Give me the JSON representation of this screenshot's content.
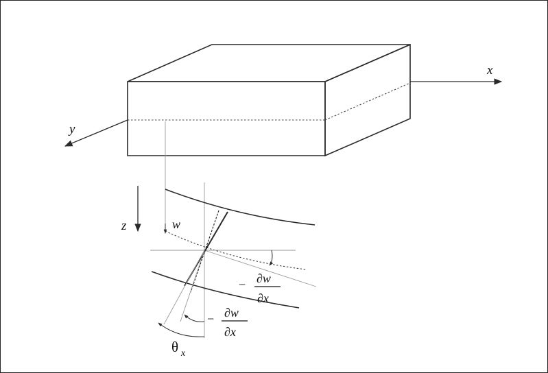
{
  "axes": {
    "x": "x",
    "y": "y",
    "z": "z"
  },
  "labels": {
    "deflection": "w",
    "minus": "−",
    "slope_num": "∂w",
    "slope_den": "∂x",
    "rotation_symbol": "θ",
    "rotation_subscript": "x"
  },
  "colors": {
    "line": "#2a2a2a",
    "guide": "#9a9a9a",
    "frame": "#222222"
  }
}
